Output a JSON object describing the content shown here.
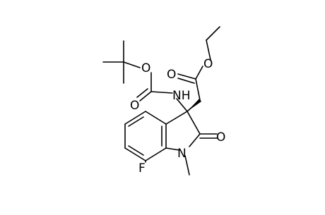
{
  "atoms": {
    "o_boc": "O",
    "o_boc_carbonyl": "O",
    "nh": "NH",
    "o_ester": "O",
    "o_ester_carbonyl": "O",
    "o_lactam": "O",
    "n_ring": "N",
    "f": "F"
  }
}
